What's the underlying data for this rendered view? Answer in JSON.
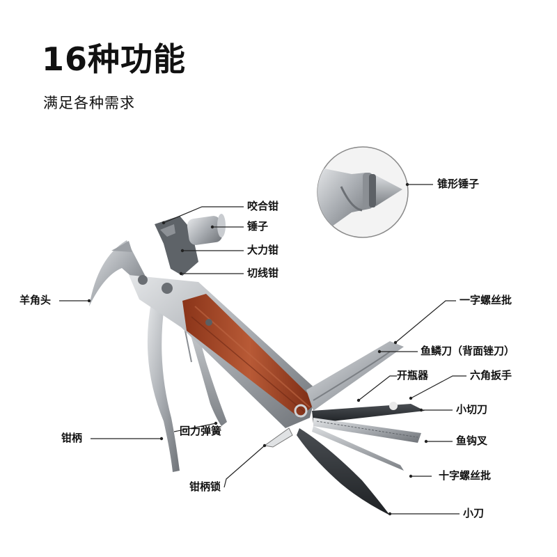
{
  "title": "16种功能",
  "subtitle": "满足各种需求",
  "callouts": {
    "cone_hammer": "锥形锤子",
    "bite_pliers": "咬合钳",
    "hammer": "锤子",
    "power_pliers": "大力钳",
    "wire_cutter": "切线钳",
    "claw_head": "羊角头",
    "flat_screwdriver": "一字螺丝批",
    "scale_knife": "鱼鳞刀（背面锉刀）",
    "bottle_opener": "开瓶器",
    "hex_wrench": "六角扳手",
    "small_cutter": "小切刀",
    "fish_hook_fork": "鱼钩叉",
    "phillips_screwdriver": "十字螺丝批",
    "small_knife": "小刀",
    "plier_handle": "钳柄",
    "return_spring": "回力弹簧",
    "handle_lock": "钳柄锁"
  },
  "colors": {
    "text": "#111111",
    "steel": "#b9bcc0",
    "steel_dark": "#7d8186",
    "wood": "#a6462a",
    "wood_dark": "#6e2815",
    "leader_line": "#222222",
    "circle_border": "#8a8a8a"
  }
}
